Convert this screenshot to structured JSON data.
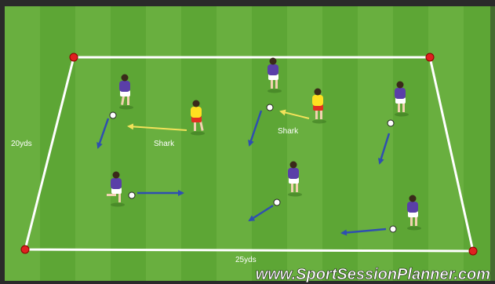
{
  "diagram": {
    "labels": {
      "width_label": "20yds",
      "length_label": "25yds",
      "shark_left": "Shark",
      "shark_right": "Shark"
    },
    "watermark": "www.SportSessionPlanner.com",
    "colors": {
      "grass_light": "#6fb343",
      "grass_dark": "#5aa331",
      "border": "#2a2a2a",
      "pitch_line": "#ffffff",
      "cone": "#e02020",
      "attacker_shirt": "#5a3fa8",
      "attacker_shorts": "#ffffff",
      "shark_shirt": "#ffe020",
      "shark_shorts": "#e03020",
      "ball_arrow": "#2f4fb0",
      "shark_arrow": "#f2e25a",
      "label_text": "#ffffff"
    },
    "players": [
      {
        "role": "attacker",
        "icon": "player-purple-icon"
      },
      {
        "role": "attacker",
        "icon": "player-purple-icon"
      },
      {
        "role": "attacker",
        "icon": "player-purple-icon"
      },
      {
        "role": "attacker",
        "icon": "player-purple-icon"
      },
      {
        "role": "attacker",
        "icon": "player-purple-icon"
      },
      {
        "role": "attacker",
        "icon": "player-purple-icon"
      },
      {
        "role": "shark",
        "icon": "player-yellow-icon"
      },
      {
        "role": "shark",
        "icon": "player-yellow-icon"
      }
    ],
    "icons": [
      "cone-icon",
      "ball-icon",
      "arrow-icon",
      "player-purple-icon",
      "player-yellow-icon"
    ]
  }
}
